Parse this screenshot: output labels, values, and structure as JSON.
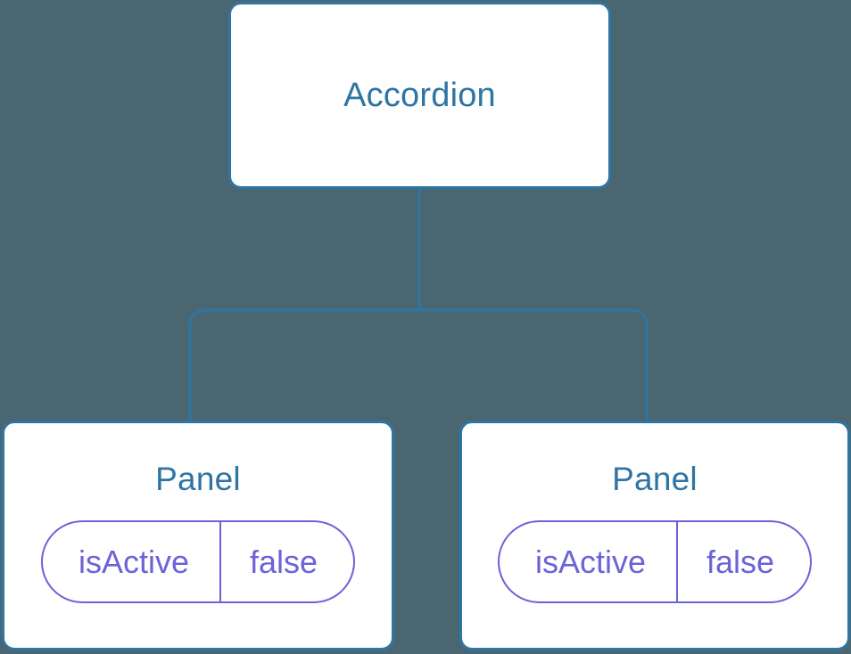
{
  "canvas": {
    "background_color": "#4a6670",
    "node_border_color": "#2e75a3",
    "node_fill_color": "#ffffff",
    "node_title_color": "#2e75a3",
    "chip_color": "#6c63d8",
    "edge_color": "#2e75a3"
  },
  "tree": {
    "root": {
      "title": "Accordion"
    },
    "children": [
      {
        "title": "Panel",
        "state": {
          "key": "isActive",
          "value": "false"
        }
      },
      {
        "title": "Panel",
        "state": {
          "key": "isActive",
          "value": "false"
        }
      }
    ]
  }
}
